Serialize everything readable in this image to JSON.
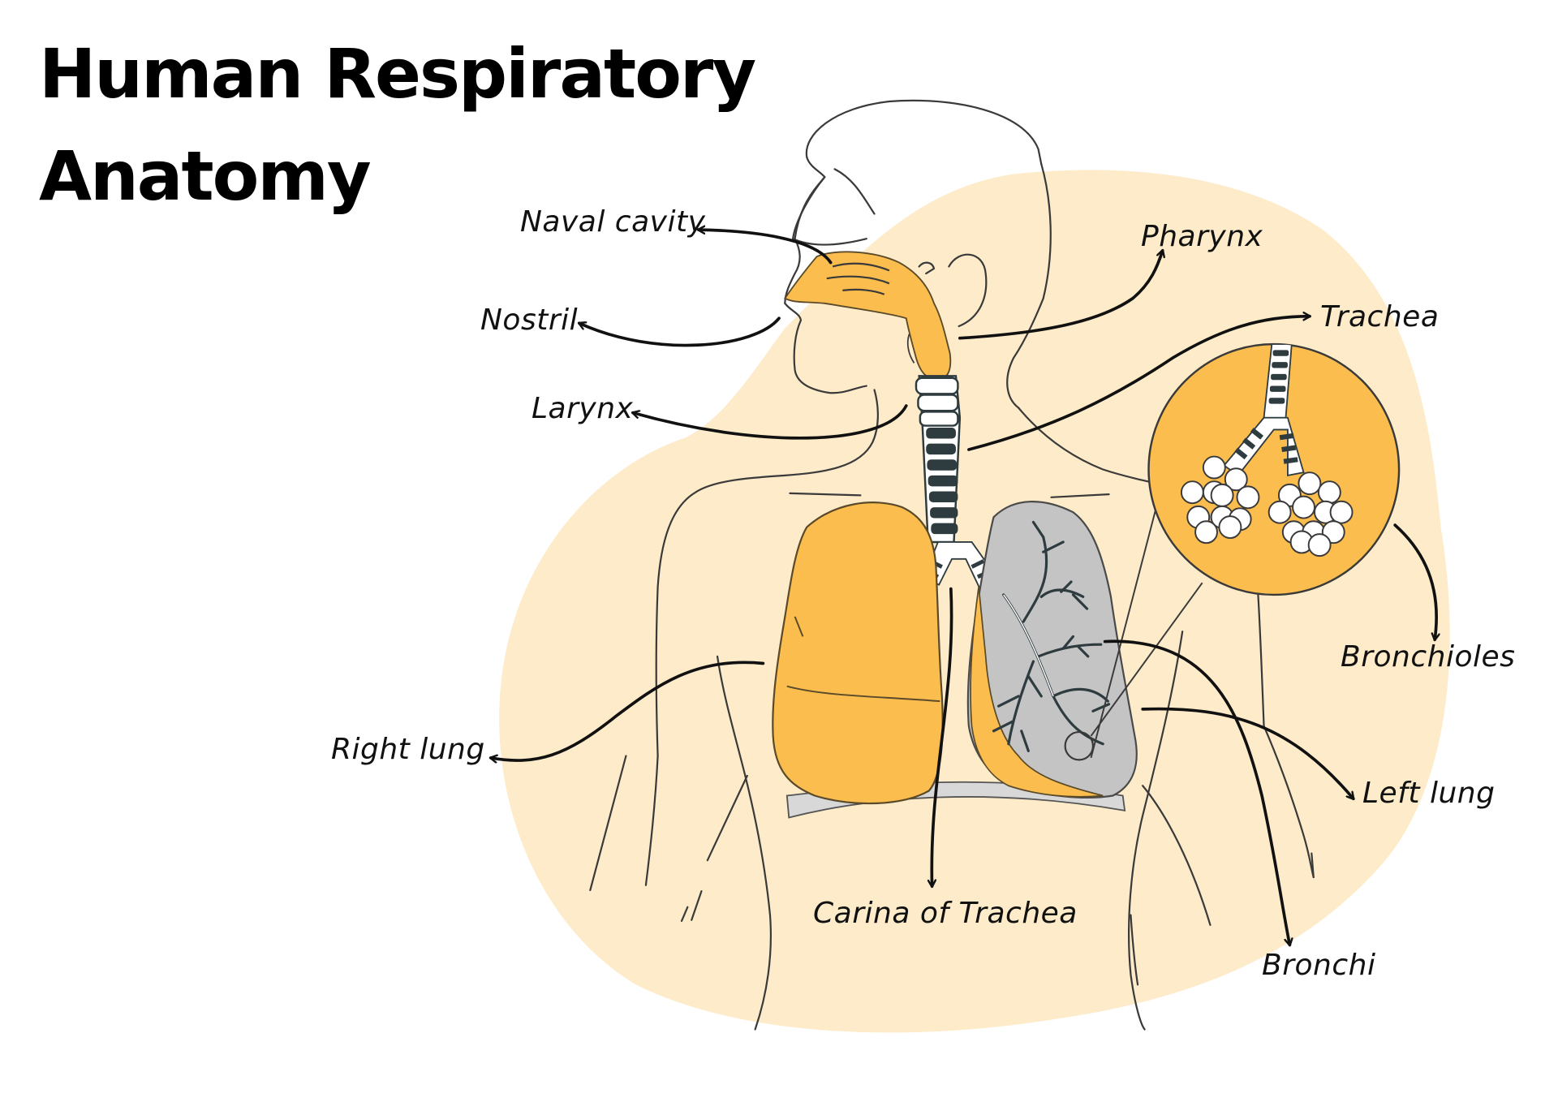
{
  "title": {
    "line1": "Human Respiratory",
    "line2": "Anatomy"
  },
  "labels": {
    "naval_cavity": "Naval cavity",
    "nostril": "Nostril",
    "larynx": "Larynx",
    "pharynx": "Pharynx",
    "trachea": "Trachea",
    "bronchioles": "Bronchioles",
    "right_lung": "Right lung",
    "left_lung": "Left lung",
    "carina_of_trachea": "Carina of Trachea",
    "bronchi": "Bronchi"
  },
  "colors": {
    "background_blob": "#fdebc9",
    "organ_fill": "#fbbd4e",
    "organ_stroke": "#5a4a2a",
    "left_lung_fill": "#c4c4c4",
    "airway_dark": "#2e3b3f",
    "outline": "#3a3a3a",
    "arrow": "#111111",
    "diaphragm": "#d8d8d8"
  }
}
